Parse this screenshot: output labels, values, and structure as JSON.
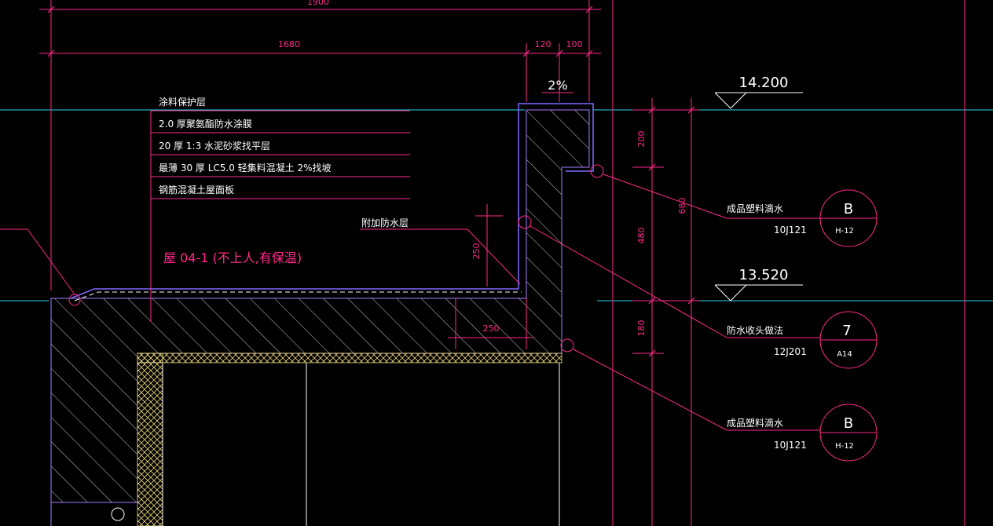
{
  "dimensions": {
    "top_total": "1900",
    "span_main": "1680",
    "span_a": "120",
    "span_b": "100",
    "slope_pct": "2%",
    "right_200": "200",
    "right_680": "680",
    "right_480": "480",
    "right_180": "180",
    "left_250": "250",
    "bottom_250": "250"
  },
  "elevations": {
    "upper": "14.200",
    "lower": "13.520"
  },
  "layers": [
    "涂料保护层",
    "2.0 厚聚氨酯防水涂膜",
    "20 厚 1:3 水泥砂浆找平层",
    "最薄 30 厚 LC5.0 轻集料混凝土 2%找坡",
    "钢筋混凝土屋面板"
  ],
  "roof_label": "屋 04-1 (不上人,有保温)",
  "extra_waterproof": "附加防水层",
  "callouts": [
    {
      "label": "成品塑料滴水",
      "ref": "10J121",
      "num": "B",
      "sheet": "H-12"
    },
    {
      "label": "防水收头做法",
      "ref": "12J201",
      "num": "7",
      "sheet": "A14"
    },
    {
      "label": "成品塑料滴水",
      "ref": "10J121",
      "num": "B",
      "sheet": "H-12"
    }
  ]
}
